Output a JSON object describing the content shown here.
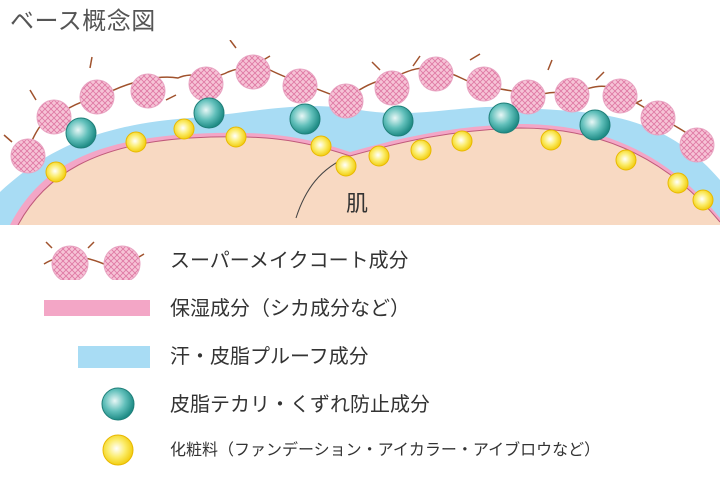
{
  "header": {
    "title": "ベース概念図"
  },
  "diagram": {
    "skin_label": "肌"
  },
  "legend": {
    "items": [
      {
        "label": "スーパーメイクコート成分",
        "icon": "makeup-coat-particle-icon"
      },
      {
        "label": "保湿成分（シカ成分など）",
        "icon": "moisturizing-layer-icon"
      },
      {
        "label": "汗・皮脂プルーフ成分",
        "icon": "sweat-sebum-proof-layer-icon"
      },
      {
        "label": "皮脂テカリ・くずれ防止成分",
        "icon": "oil-control-particle-icon"
      },
      {
        "label": "化粧料（ファンデーション・アイカラー・アイブロウなど）",
        "icon": "cosmetic-particle-icon"
      }
    ]
  },
  "colors": {
    "skin": "#f8d9c2",
    "moisture_layer": "#f3a6c6",
    "proof_layer": "#a8dcf4",
    "coat_particle": "#f6c3d6",
    "coat_hatch": "#e07aa5",
    "coat_whisker": "#a0522d",
    "oil_particle": "#3aa8a2",
    "cosmetic_particle": "#f7dd2a"
  }
}
